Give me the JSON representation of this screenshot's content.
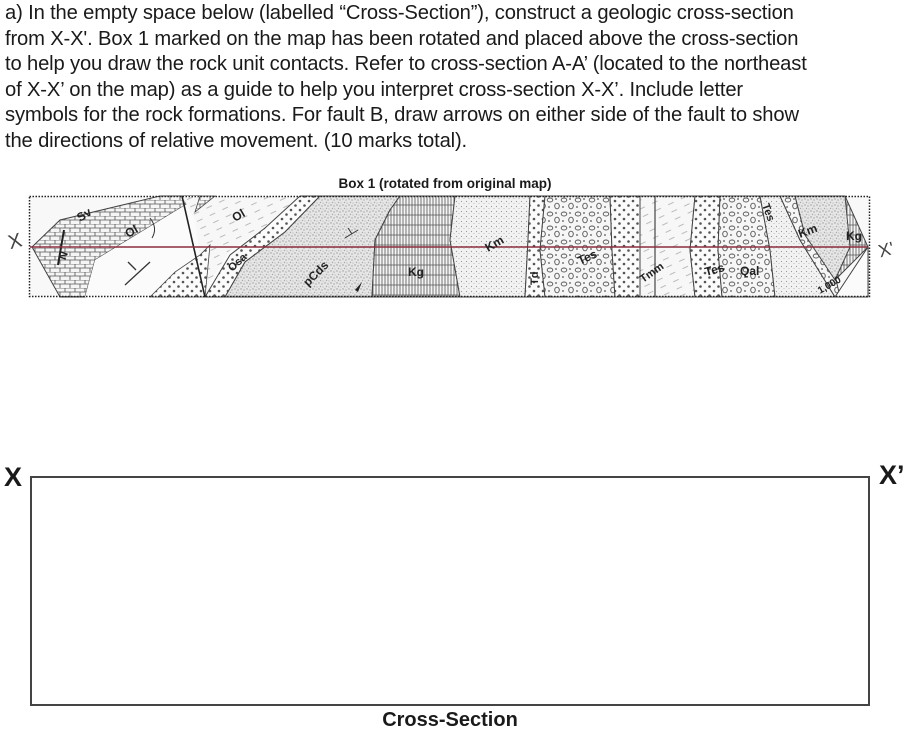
{
  "instructions": {
    "lines": [
      "a) In the empty space below (labelled “Cross-Section”), construct a geologic cross-section",
      "from X-X'. Box 1 marked on the map has been rotated and placed above the cross-section",
      "to help you draw the rock unit contacts. Refer to cross-section A-A’ (located to the northeast",
      "of X-X’ on the map) as a guide to help you interpret cross-section X-X’. Include letter",
      "symbols for the rock formations. For fault B, draw arrows on either side of the fault to show",
      "the directions of relative movement. (10 marks total)."
    ]
  },
  "box1": {
    "title": "Box 1 (rotated from original map)",
    "left_marker": "X",
    "right_marker": "X'",
    "section_line_color": "#8b2e3e",
    "units": [
      {
        "label": "Sv"
      },
      {
        "label": "N"
      },
      {
        "label": "Ol"
      },
      {
        "label": "Ol"
      },
      {
        "label": "Osa"
      },
      {
        "label": "pCds"
      },
      {
        "label": "Kg"
      },
      {
        "label": "Km"
      },
      {
        "label": "Td"
      },
      {
        "label": "Tes"
      },
      {
        "label": "Tmm"
      },
      {
        "label": "Tes"
      },
      {
        "label": "Qal"
      },
      {
        "label": "Tes"
      },
      {
        "label": "Km"
      },
      {
        "label": "Kg"
      },
      {
        "label": "1,000"
      }
    ]
  },
  "cross_section": {
    "left_label": "X",
    "right_label": "X’",
    "caption": "Cross-Section"
  }
}
